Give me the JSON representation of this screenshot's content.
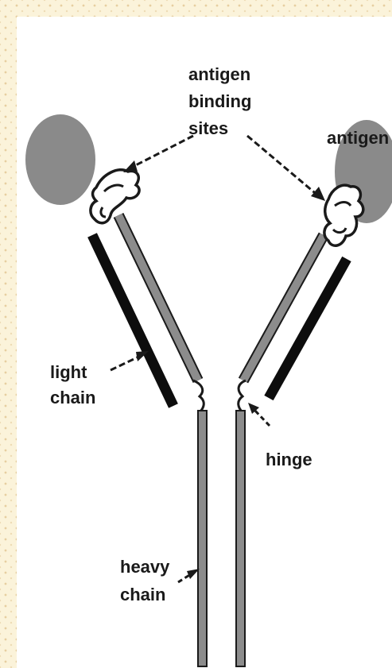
{
  "labels": {
    "binding_sites": [
      "antigen",
      "binding",
      "sites"
    ],
    "antigen": "antigen",
    "light_chain": [
      "light",
      "chain"
    ],
    "hinge": "hinge",
    "heavy_chain": [
      "heavy",
      "chain"
    ]
  },
  "colors": {
    "antigen": "#8a8a8a",
    "heavy_chain": "#8c8c8c",
    "light_chain": "#0d0d0d",
    "outline": "#1a1a1a",
    "background": "#fbf3da",
    "panel": "#ffffff"
  }
}
